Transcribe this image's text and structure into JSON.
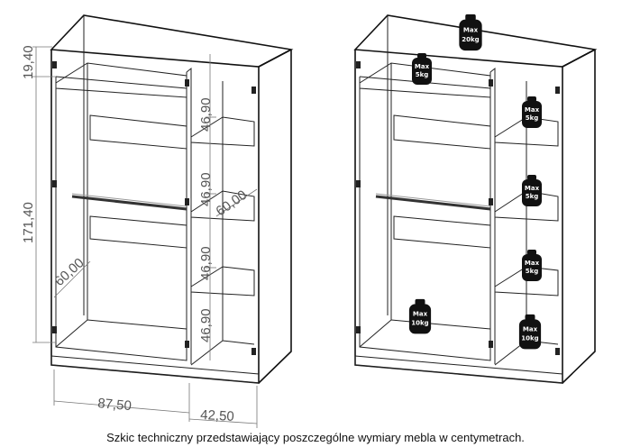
{
  "dimensions": {
    "top_gap": "19,40",
    "total_height": "171,40",
    "shelf_1": "46,90",
    "shelf_2": "46,90",
    "shelf_3": "46,90",
    "shelf_4": "46,90",
    "depth_right": "60,00",
    "depth_left": "60,00",
    "width_main": "87,50",
    "width_side": "42,50"
  },
  "weights": {
    "top": [
      "Max",
      "20kg"
    ],
    "upper_shelf": [
      "Max",
      "5kg"
    ],
    "side_1": [
      "Max",
      "5kg"
    ],
    "side_2": [
      "Max",
      "5kg"
    ],
    "side_3": [
      "Max",
      "5kg"
    ],
    "bottom_main": [
      "Max",
      "10kg"
    ],
    "bottom_side": [
      "Max",
      "10kg"
    ]
  },
  "caption": "Szkic techniczny przedstawiający poszczególne wymiary mebla w centymetrach."
}
